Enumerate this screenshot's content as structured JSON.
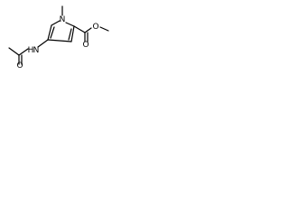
{
  "molecule": {
    "atoms": {
      "acetyl_o": "O",
      "nh": "H",
      "amide_n": "N",
      "ring_n": "N",
      "ester_o_carbonyl": "O",
      "ester_o_single": "O"
    }
  },
  "colors": {
    "bond": "#000000",
    "text": "#000000",
    "background": "#ffffff"
  }
}
